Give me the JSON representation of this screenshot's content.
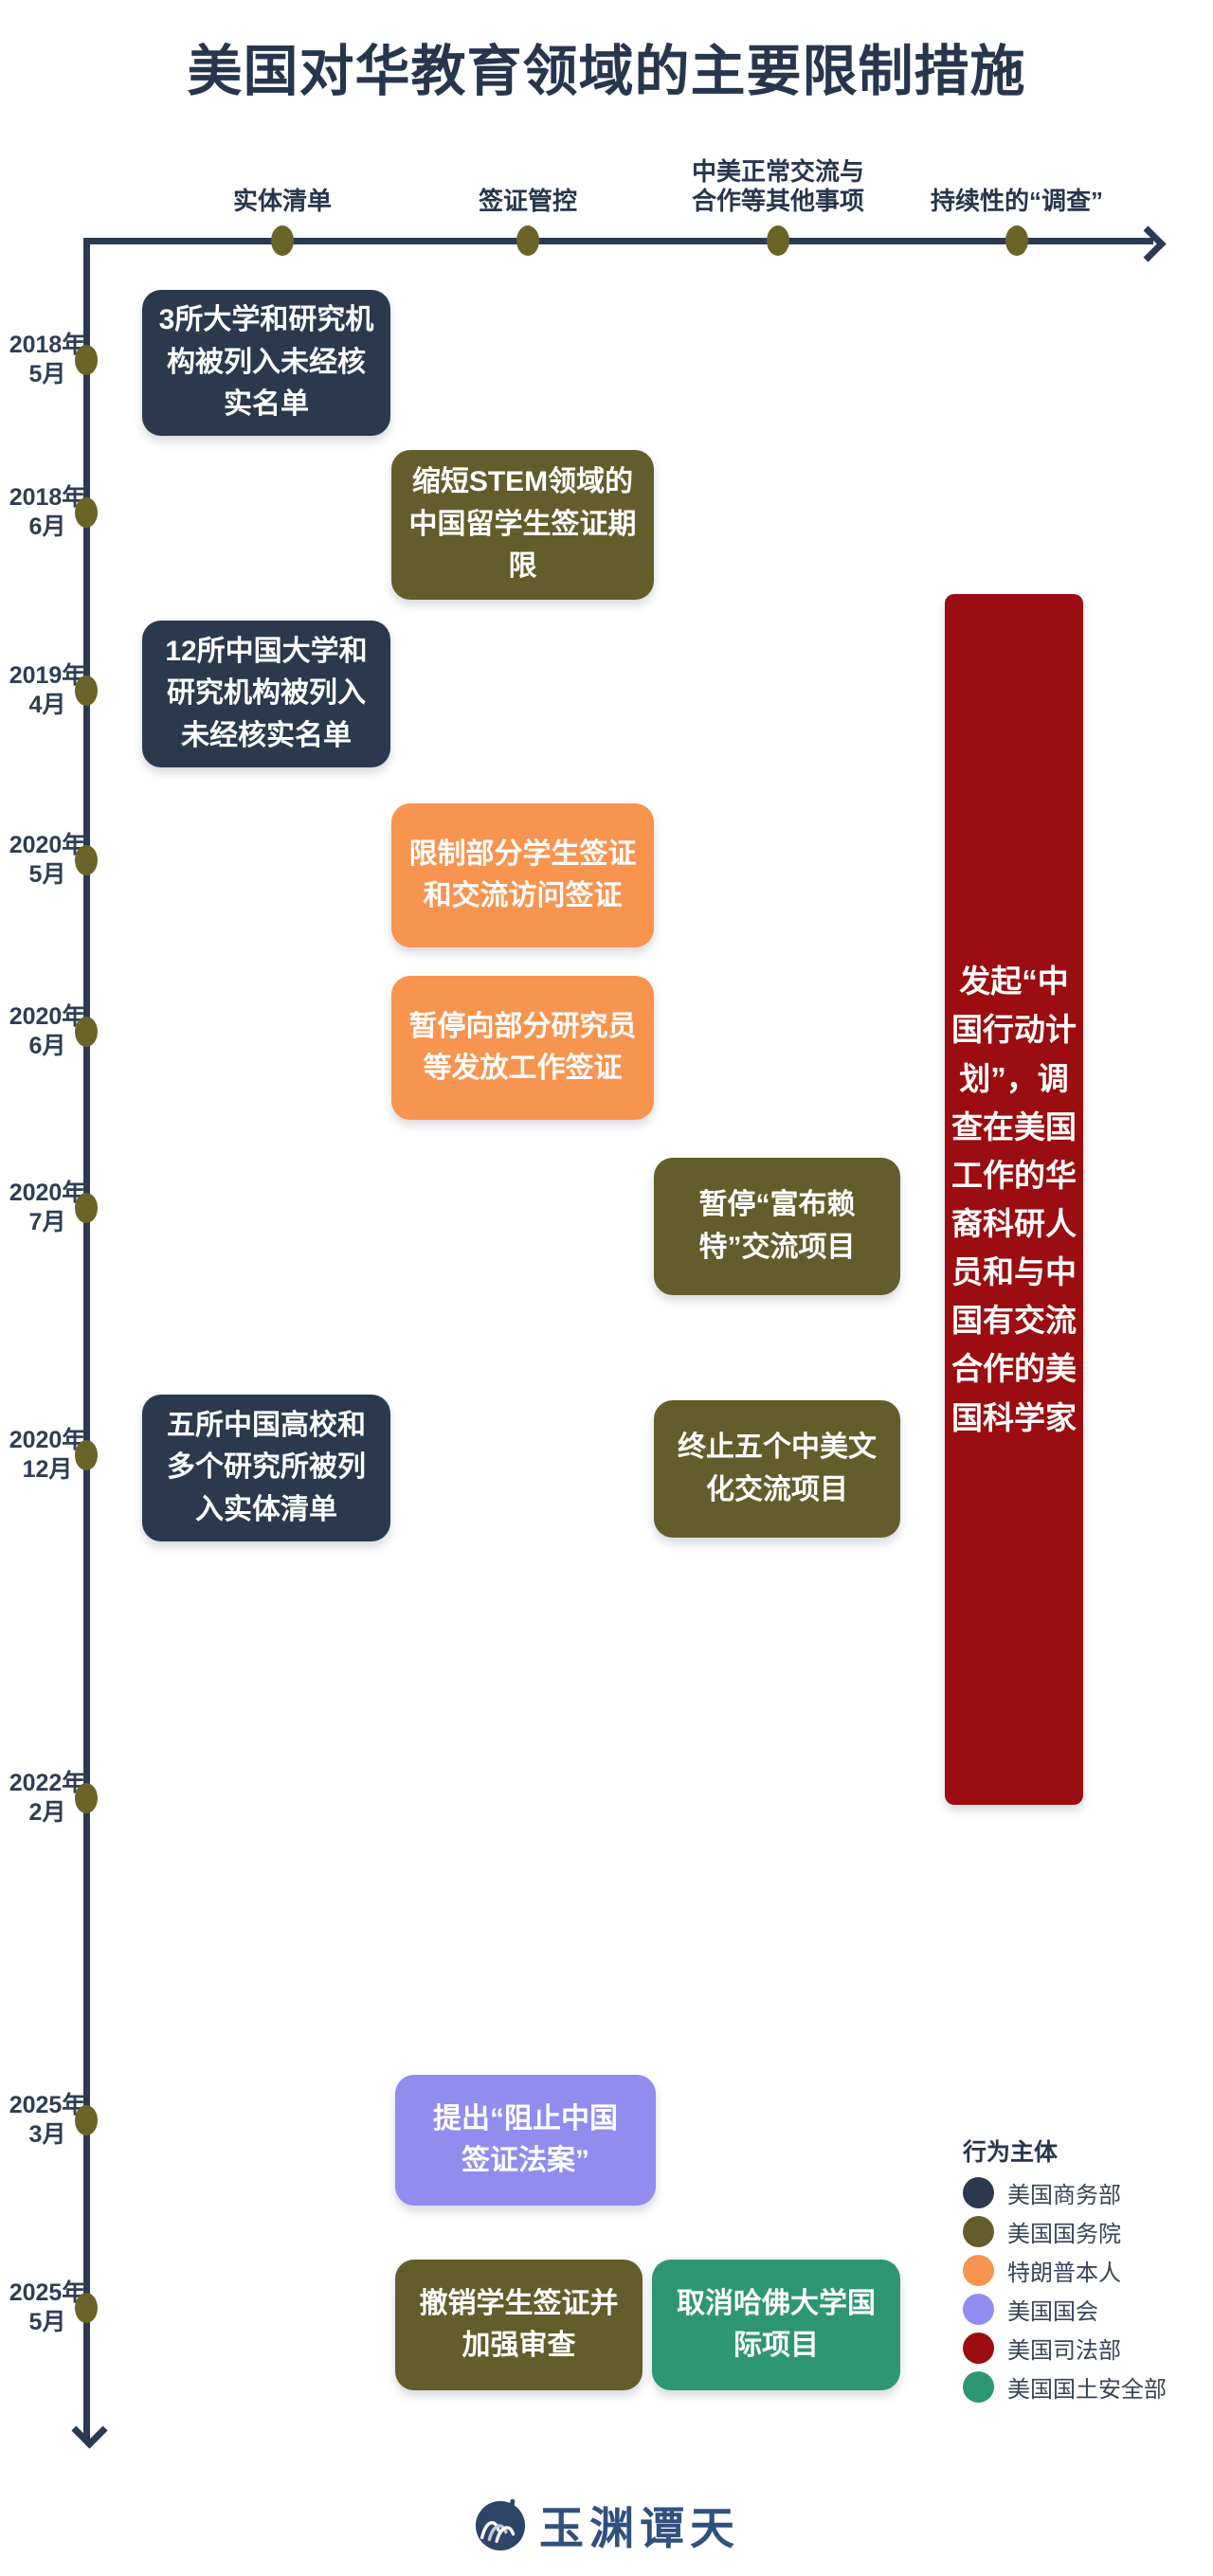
{
  "title": "美国对华教育领域的主要限制措施",
  "columns": [
    {
      "label": "实体清单"
    },
    {
      "label": "签证管控"
    },
    {
      "line1": "中美正常交流与",
      "line2": "合作等其他事项"
    },
    {
      "label": "持续性的“调查”"
    }
  ],
  "timeline": {
    "dates": [
      {
        "year": "2018年",
        "month": "5月"
      },
      {
        "year": "2018年",
        "month": "6月"
      },
      {
        "year": "2019年",
        "month": "4月"
      },
      {
        "year": "2020年",
        "month": "5月"
      },
      {
        "year": "2020年",
        "month": "6月"
      },
      {
        "year": "2020年",
        "month": "7月"
      },
      {
        "year": "2020年",
        "month": "12月"
      },
      {
        "year": "2022年",
        "month": "2月"
      },
      {
        "year": "2025年",
        "month": "3月"
      },
      {
        "year": "2025年",
        "month": "5月"
      }
    ]
  },
  "events": {
    "e1": {
      "text": "3所大学和研究机构被列入未经核实名单"
    },
    "e2": {
      "text": "缩短STEM领域的中国留学生签证期限"
    },
    "e3": {
      "text": "12所中国大学和研究机构被列入未经核实名单"
    },
    "e4": {
      "text": "限制部分学生签证和交流访问签证"
    },
    "e5": {
      "text": "暂停向部分研究员等发放工作签证"
    },
    "e6": {
      "text": "暂停“富布赖特”交流项目"
    },
    "e7": {
      "text": "五所中国高校和多个研究所被列入实体清单"
    },
    "e8": {
      "text": "终止五个中美文化交流项目"
    },
    "e9": {
      "text": "发起“中国行动计划”，调查在美国工作的华裔科研人员和与中国有交流合作的美国科学家"
    },
    "e10": {
      "text": "提出“阻止中国签证法案”"
    },
    "e11": {
      "text": "撤销学生签证并加强审查"
    },
    "e12": {
      "text": "取消哈佛大学国际项目"
    }
  },
  "legend": {
    "title": "行为主体",
    "items": [
      {
        "label": "美国商务部",
        "color": "#2b394e"
      },
      {
        "label": "美国国务院",
        "color": "#625d2b"
      },
      {
        "label": "特朗普本人",
        "color": "#f7944f"
      },
      {
        "label": "美国国会",
        "color": "#938cef"
      },
      {
        "label": "美国司法部",
        "color": "#9b0d10"
      },
      {
        "label": "美国国土安全部",
        "color": "#2e9673"
      }
    ]
  },
  "footer": {
    "logo_text": "玉渊谭天"
  },
  "colors": {
    "commerce": "#2b394e",
    "state": "#625d2b",
    "trump": "#f7944f",
    "congress": "#938cef",
    "justice": "#9b0d10",
    "dhs": "#2e9673",
    "axis_line": "#2b3a52",
    "axis_dot": "#6b6428",
    "title_text": "#27364d"
  }
}
